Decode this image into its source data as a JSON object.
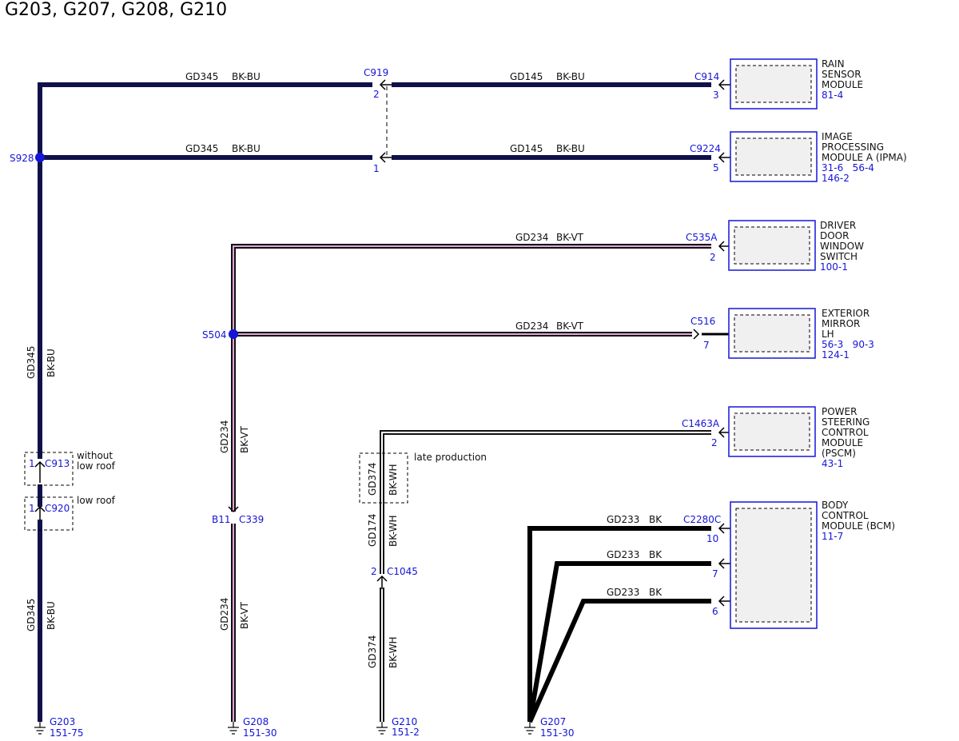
{
  "title": "G203, G207, G208, G210",
  "colors": {
    "wire_bk_bu": "#10104a",
    "wire_bk_vt_inner": "#e0a6d8",
    "wire_bk_wh_inner": "#ffffff",
    "wire_bk": "#000000",
    "connector_label": "#1515d8",
    "module_fill": "#f0f0f0",
    "module_border": "#1515d8"
  },
  "modules": [
    {
      "id": "rain",
      "lines": [
        "RAIN",
        "SENSOR",
        "MODULE"
      ],
      "refs": [
        "81-4"
      ]
    },
    {
      "id": "ipma",
      "lines": [
        "IMAGE",
        "PROCESSING",
        "MODULE A (IPMA)"
      ],
      "refs": [
        "31-6   56-4",
        "146-2"
      ]
    },
    {
      "id": "ddws",
      "lines": [
        "DRIVER",
        "DOOR",
        "WINDOW",
        "SWITCH"
      ],
      "refs": [
        "100-1"
      ]
    },
    {
      "id": "mirror",
      "lines": [
        "EXTERIOR",
        "MIRROR",
        "LH"
      ],
      "refs": [
        "56-3   90-3",
        "124-1"
      ]
    },
    {
      "id": "pscm",
      "lines": [
        "POWER",
        "STEERING",
        "CONTROL",
        "MODULE",
        "(PSCM)"
      ],
      "refs": [
        "43-1"
      ]
    },
    {
      "id": "bcm",
      "lines": [
        "BODY",
        "CONTROL",
        "MODULE (BCM)"
      ],
      "refs": [
        "11-7"
      ]
    }
  ],
  "connectors": {
    "c919": "C919",
    "c919_pin2": "2",
    "c919_pin1": "1",
    "c914": "C914",
    "c914_pin": "3",
    "c9224": "C9224",
    "c9224_pin": "5",
    "c535a": "C535A",
    "c535a_pin": "2",
    "c516": "C516",
    "c516_pin": "7",
    "c1463a": "C1463A",
    "c1463a_pin": "2",
    "c2280c": "C2280C",
    "c2280c_pin10": "10",
    "c2280c_pin7": "7",
    "c2280c_pin6": "6",
    "c913": "C913",
    "c913_pin": "1",
    "c920": "C920",
    "c920_pin": "1",
    "c339": "C339",
    "c339_pin": "B11",
    "c1045": "C1045",
    "c1045_pin": "2"
  },
  "splices": {
    "s928": "S928",
    "s504": "S504"
  },
  "notes": {
    "without_low_roof_1": "without",
    "without_low_roof_2": "low roof",
    "low_roof": "low roof",
    "late_production": "late production"
  },
  "wires": {
    "gd345_top": "GD345",
    "bkbu_top": "BK-BU",
    "gd145_top": "GD145",
    "bkbu_top2": "BK-BU",
    "gd345_mid": "GD345",
    "bkbu_mid": "BK-BU",
    "gd145_mid": "GD145",
    "bkbu_mid2": "BK-BU",
    "gd234_h1": "GD234",
    "bkvt_h1": "BK-VT",
    "gd234_h2": "GD234",
    "bkvt_h2": "BK-VT",
    "gd345_v1": "GD345",
    "bkbu_v1": "BK-BU",
    "gd345_v2": "GD345",
    "bkbu_v2": "BK-BU",
    "gd234_v1": "GD234",
    "bkvt_v1": "BK-VT",
    "gd234_v2": "GD234",
    "bkvt_v2": "BK-VT",
    "gd374_v1": "GD374",
    "bkwh_v1": "BK-WH",
    "gd174_v": "GD174",
    "bkwh_v2": "BK-WH",
    "gd374_v2": "GD374",
    "bkwh_v3": "BK-WH",
    "gd233_1": "GD233",
    "bk_1": "BK",
    "gd233_2": "GD233",
    "bk_2": "BK",
    "gd233_3": "GD233",
    "bk_3": "BK"
  },
  "grounds": [
    {
      "name": "G203",
      "ref": "151-75"
    },
    {
      "name": "G208",
      "ref": "151-30"
    },
    {
      "name": "G210",
      "ref": "151-2"
    },
    {
      "name": "G207",
      "ref": "151-30"
    }
  ]
}
